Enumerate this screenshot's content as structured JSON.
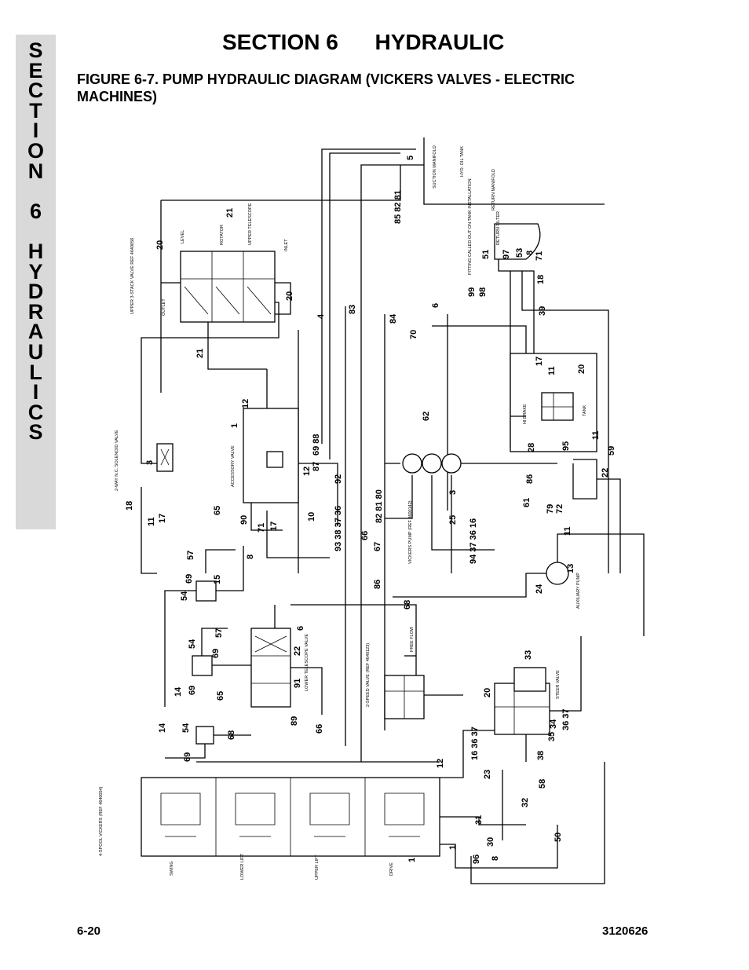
{
  "side_tab": {
    "letters": [
      "S",
      "E",
      "C",
      "T",
      "I",
      "O",
      "N",
      " ",
      "6",
      " ",
      "H",
      "Y",
      "D",
      "R",
      "A",
      "U",
      "L",
      "I",
      "C",
      "S"
    ]
  },
  "header": {
    "section_title": "SECTION 6      HYDRAULIC",
    "figure_caption": "FIGURE 6-7.    PUMP HYDRAULIC DIAGRAM (VICKERS VALVES - ELECTRIC MACHINES)"
  },
  "diagram": {
    "labels": {
      "suction_manifold": "SUCTION MANIFOLD",
      "hyd_oil_tank": "HYD. OIL TANK",
      "return_manifold": "RETURN MANIFOLD",
      "return_filter": "RETURN FILTER",
      "fitting_note": "FITTING CALLED OUT ON TANK INSTALLATION",
      "upper_valve": "UPPER 3-STACK VALVE REF 4640056",
      "level": "LEVEL",
      "rotator": "ROTATOR",
      "upper_telescope": "UPPER TELESCOPE",
      "outlet": "OUTLET",
      "inlet": "INLET",
      "solenoid_valve": "2-WAY N.C. SOLENOID VALVE",
      "accessory_valve": "ACCESSORY VALVE",
      "vickers_pump": "VICKERS PUMP (REF 3600142)",
      "hi_brake": "HI BRAKE",
      "tank": "TANK",
      "auxiliary_pump": "AUXILIARY PUMP",
      "lower_telescope_valve": "LOWER TELESCOPE VALVE",
      "two_speed_valve": "2-SPEED VALVE (REF 4640123)",
      "free_flow": "FREE FLOW",
      "steer_valve": "STEER VALVE",
      "spool_vickers": "4-SPOOL VICKERS (REF 4640054)",
      "swing": "SWING",
      "lower_lift": "LOWER LIFT",
      "upper_lift": "UPPER LIFT",
      "drive": "DRIVE"
    },
    "line_numbers": [
      "5",
      "85 82 81",
      "21",
      "20",
      "20",
      "4",
      "83",
      "84",
      "6",
      "70",
      "62",
      "51",
      "97",
      "53",
      "8",
      "71",
      "99",
      "98",
      "18",
      "39",
      "17",
      "11",
      "20",
      "28",
      "95",
      "11",
      "59",
      "86",
      "22",
      "61",
      "79",
      "72",
      "11",
      "21",
      "3",
      "18",
      "11",
      "17",
      "12",
      "1",
      "69 88",
      "87",
      "92",
      "12",
      "65",
      "10",
      "90",
      "71",
      "17",
      "8",
      "93 38 37 36",
      "66",
      "67",
      "82 81 80",
      "3",
      "25",
      "94 37 36 16",
      "57",
      "69",
      "15",
      "54",
      "24",
      "13",
      "86",
      "68",
      "6",
      "54",
      "69",
      "57",
      "22",
      "14",
      "69",
      "65",
      "91",
      "89",
      "66",
      "33",
      "14",
      "54",
      "68",
      "69",
      "20",
      "34",
      "36 37",
      "35",
      "16 36 37",
      "38",
      "12",
      "23",
      "58",
      "32",
      "31",
      "30",
      "8",
      "96",
      "1",
      "1",
      "50"
    ]
  },
  "footer": {
    "page_number": "6-20",
    "doc_number": "3120626"
  }
}
